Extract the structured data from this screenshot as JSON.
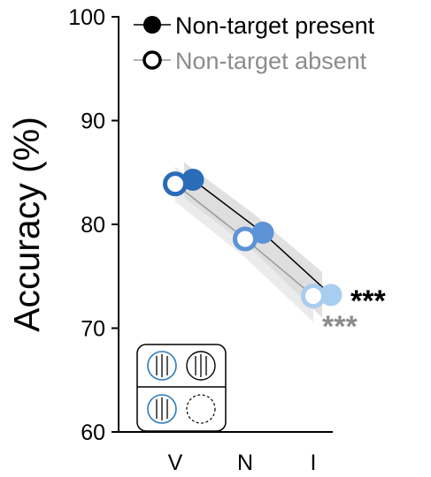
{
  "chart_data": {
    "type": "line",
    "ylabel": "Accuracy (%)",
    "ylim": [
      60,
      100
    ],
    "yticks": [
      "60",
      "70",
      "80",
      "90",
      "100"
    ],
    "categories": [
      "V",
      "N",
      "I"
    ],
    "grid": false,
    "legend_position": "top-left",
    "series": [
      {
        "name": "Non-target present",
        "values": [
          84.3,
          79.2,
          73.2
        ],
        "ci_low": [
          82.6,
          77.4,
          71.0
        ],
        "ci_high": [
          86.0,
          81.0,
          75.4
        ],
        "line_color": "#000000",
        "marker": "filled"
      },
      {
        "name": "Non-target absent",
        "values": [
          83.9,
          78.6,
          73.1
        ],
        "ci_low": [
          82.2,
          76.8,
          70.6
        ],
        "ci_high": [
          85.6,
          80.4,
          75.6
        ],
        "line_color": "#999999",
        "marker": "open"
      }
    ],
    "category_colors": [
      "#2b6cb8",
      "#5b93d6",
      "#a8cdee"
    ],
    "annotations": [
      {
        "text": "***",
        "color": "#000000"
      },
      {
        "text": "***",
        "color": "#8c8c8c"
      }
    ],
    "legend_colors": {
      "present_text": "#000000",
      "absent_text": "#8c8c8c"
    },
    "inset": {
      "icons": [
        "grating-blue-circle-icon",
        "grating-black-circle-icon",
        "grating-blue-circle-icon",
        "dashed-empty-circle-icon"
      ]
    }
  }
}
